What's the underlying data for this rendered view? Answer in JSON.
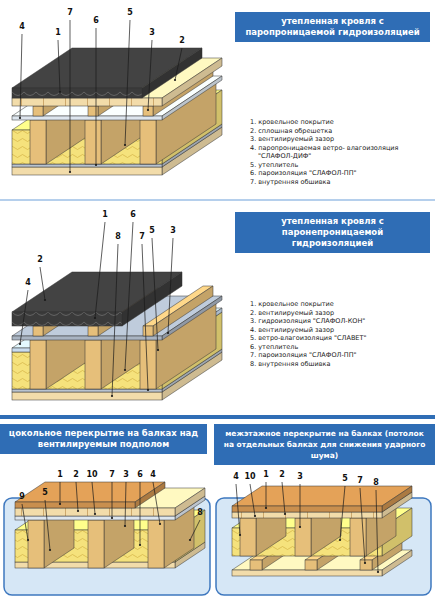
{
  "diagram": {
    "nodes": [
      {
        "text": [
          "утепленная кровля с паропроницаемой гидроизоляцией"
        ]
      },
      {
        "text": [
          "утепленная кровля с паронепроницаемой гидроизоляцией"
        ]
      },
      {
        "text": [
          "цокольное перекрытие на балках над вентилируемым подполом"
        ]
      },
      {
        "text": [
          "межэтажное перекрытие на балках (потолок на отдельных балках для снижения ударного шума)"
        ]
      }
    ],
    "labels": [
      "4",
      "7",
      "1",
      "6",
      "5",
      "3",
      "2",
      "1. кровельное покрытие",
      "2. сплошная обрешетка",
      "3. вентилируемый зазор",
      "4. паропроницаемая ветро- влагоизоляция \"СЛАФОЛ-ДИФ\"",
      "5. утеплитель",
      "6. пароизоляция \"СЛАФОЛ-ПП\"",
      "7. внутренняя обшивка",
      "1",
      "6",
      "5",
      "3",
      "2",
      "8",
      "7",
      "4",
      "1. кровельное покрытие",
      "2. вентилируемый зазор",
      "3. гидроизоляция \"СЛАФОЛ-КОН\"",
      "4. вентилируемый зазор",
      "5. ветро-влагоизоляция \"СЛАВЕТ\"",
      "6. утеплитель",
      "7. пароизоляция \"СЛАФОЛ-ПП\"",
      "8. внутренняя обшивка",
      "1",
      "2",
      "10",
      "7",
      "3",
      "6",
      "4",
      "9",
      "5",
      "8",
      "4",
      "10",
      "1",
      "2",
      "3",
      "5",
      "7",
      "8"
    ]
  }
}
